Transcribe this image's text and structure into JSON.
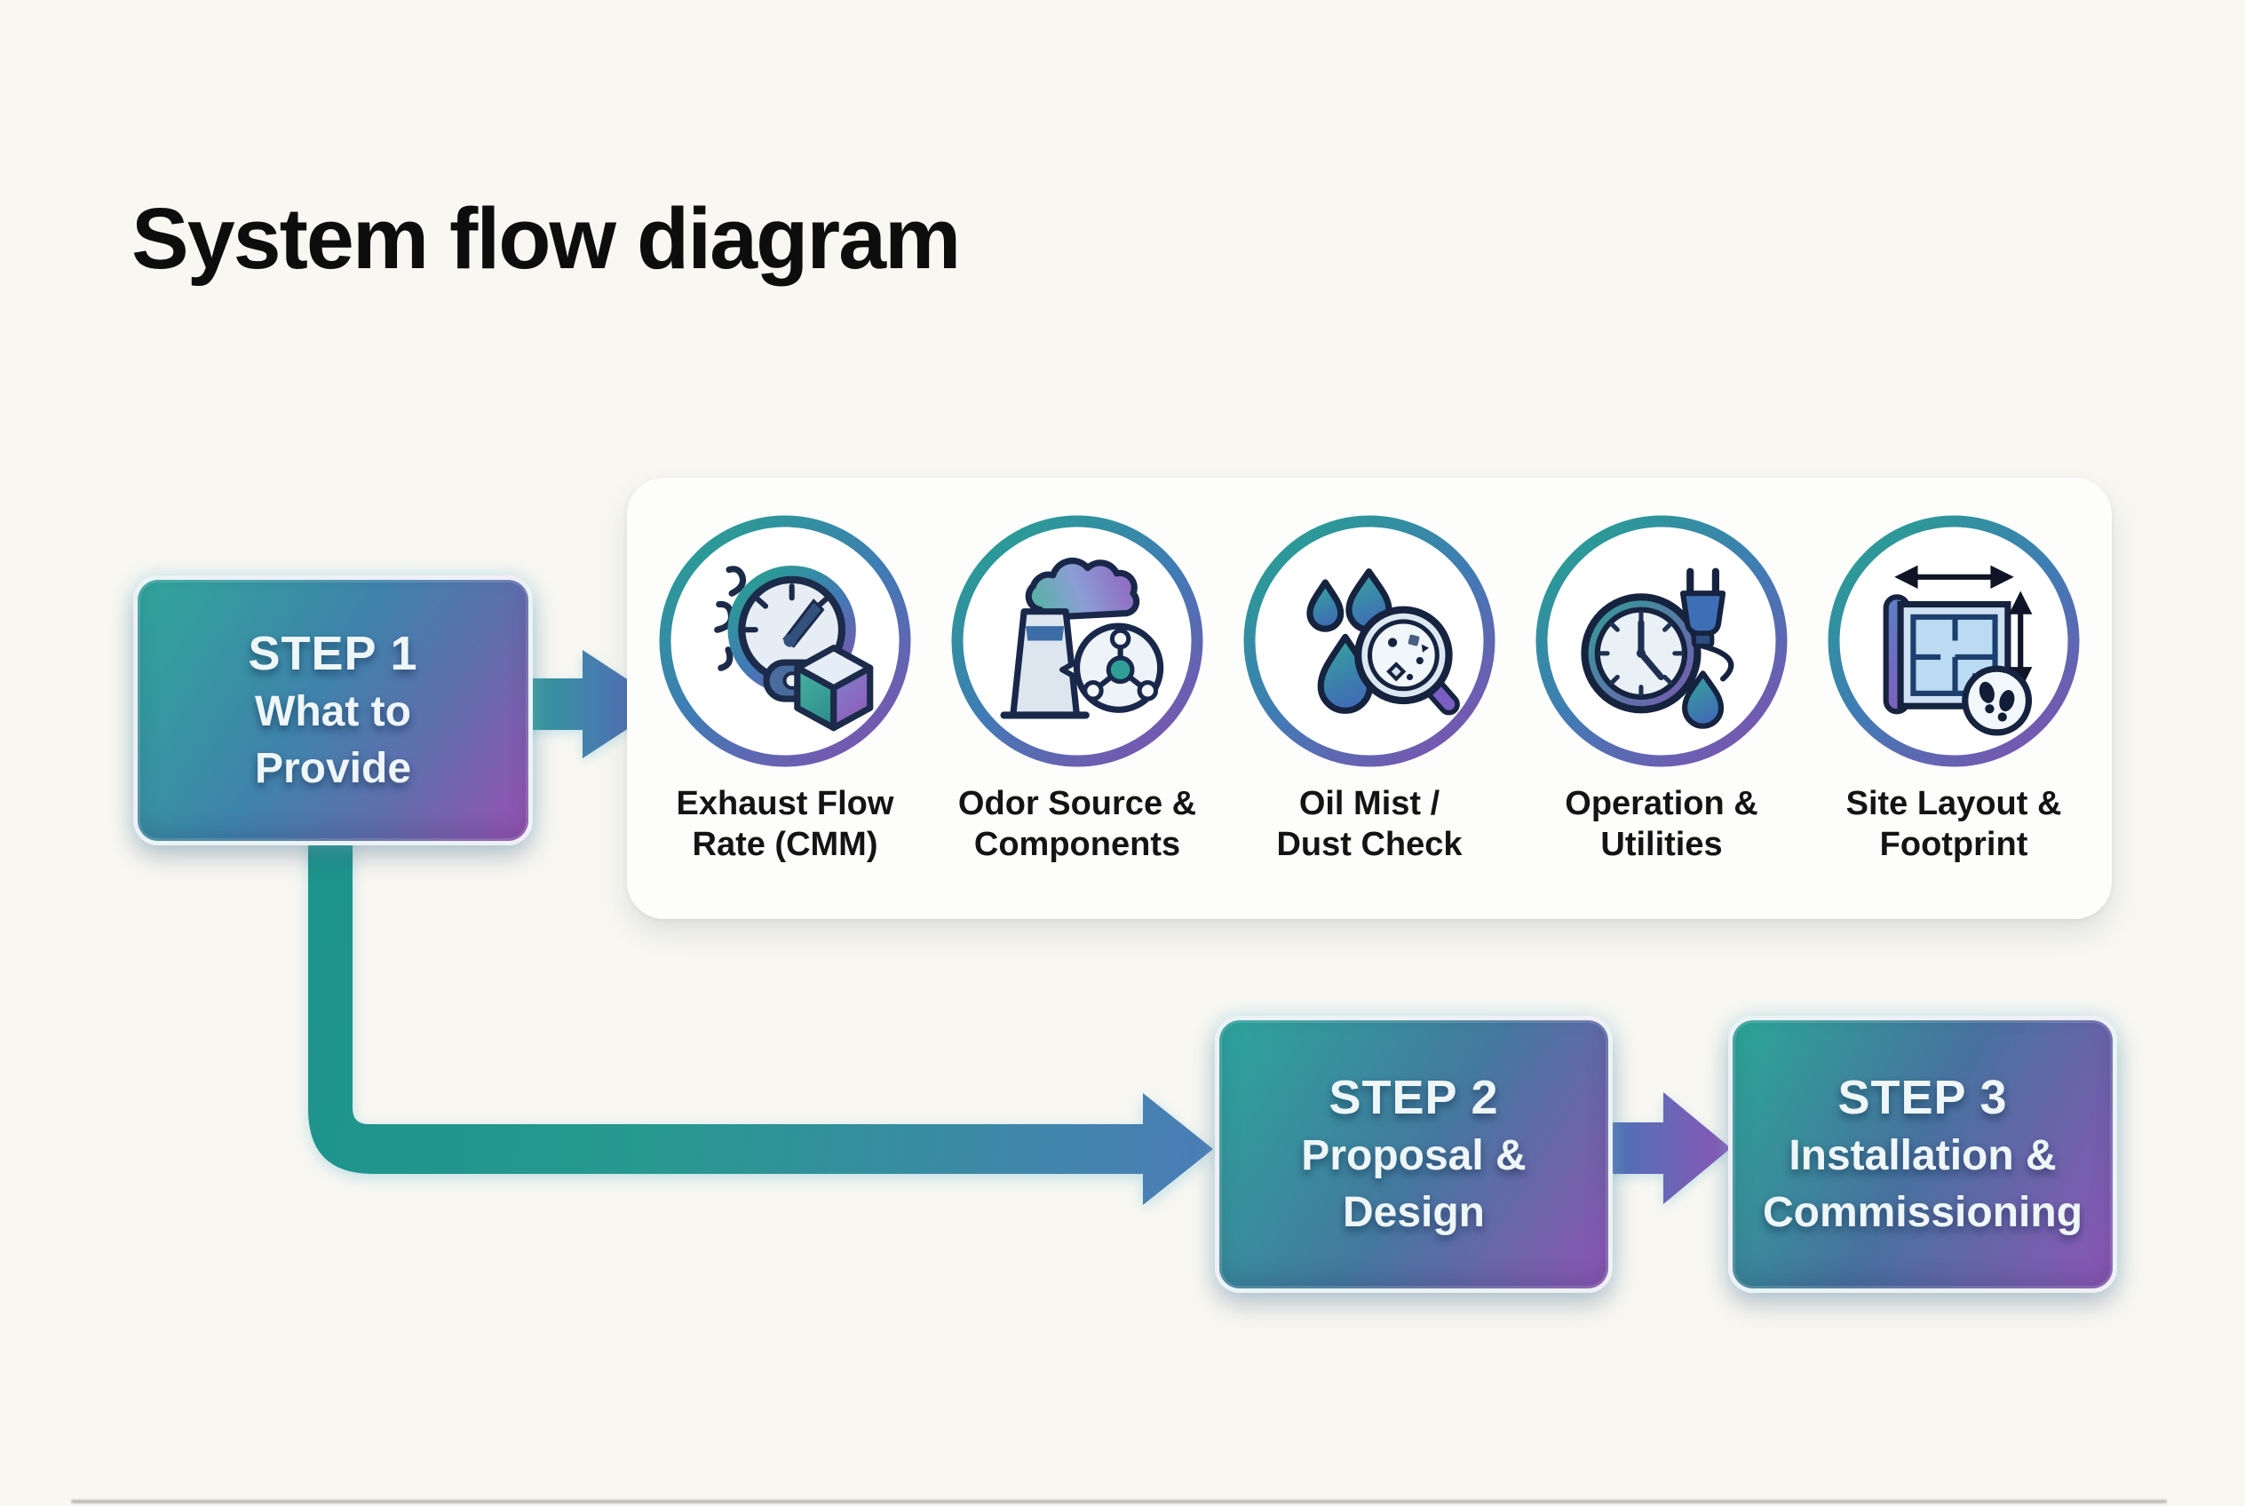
{
  "title": "System flow diagram",
  "colors": {
    "teal": "#2aa79b",
    "blue": "#4678a9",
    "purple": "#8f54b4",
    "background": "#f8f7f2",
    "card": "#fdfdfc",
    "text_dark": "#141414",
    "step_text": "#eef6f8"
  },
  "steps": [
    {
      "label": "STEP 1",
      "description": "What to\nProvide"
    },
    {
      "label": "STEP 2",
      "description": "Proposal &\nDesign"
    },
    {
      "label": "STEP 3",
      "description": "Installation &\nCommissioning"
    }
  ],
  "requirements": {
    "items": [
      {
        "icon": "exhaust-flow-icon",
        "label": "Exhaust Flow\nRate (CMM)"
      },
      {
        "icon": "odor-source-icon",
        "label": "Odor Source &\nComponents"
      },
      {
        "icon": "oil-mist-icon",
        "label": "Oil Mist /\nDust Check"
      },
      {
        "icon": "operation-utilities-icon",
        "label": "Operation &\nUtilities"
      },
      {
        "icon": "site-layout-icon",
        "label": "Site Layout &\nFootprint"
      }
    ]
  }
}
